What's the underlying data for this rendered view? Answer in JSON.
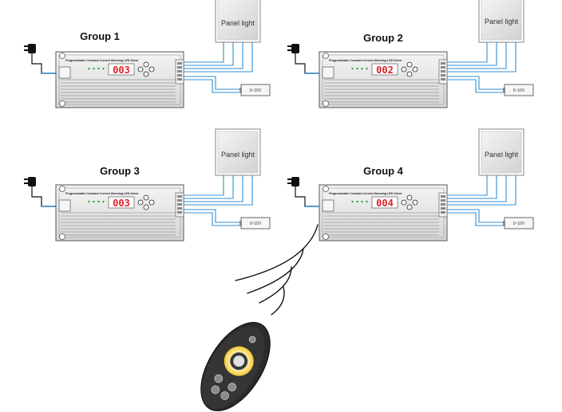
{
  "groups": [
    {
      "title": "Group 1",
      "display": "003",
      "panel": "Panel light",
      "controller": "0~10V"
    },
    {
      "title": "Group 2",
      "display": "002",
      "panel": "Panel light",
      "controller": "0~10V"
    },
    {
      "title": "Group 3",
      "display": "003",
      "panel": "Panel light",
      "controller": "0~10V"
    },
    {
      "title": "Group 4",
      "display": "004",
      "panel": "Panel light",
      "controller": "0~10V"
    }
  ],
  "driver_label": "Programmable Constant Current Dimming LED Driver",
  "colors": {
    "wire": "#2f8fd6",
    "display": "#e0202a",
    "driver_body": "#e6e6e6",
    "remote_body": "#2b2b2b"
  },
  "icons": [
    "plug-icon",
    "panel-light-icon",
    "dimmer-controller-icon",
    "remote-control-icon",
    "signal-waves-icon"
  ]
}
